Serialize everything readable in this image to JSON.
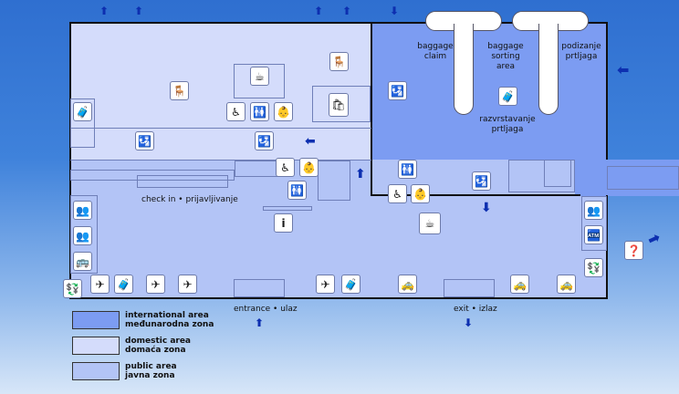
{
  "labels": {
    "baggage_claim": [
      "baggage",
      "claim"
    ],
    "baggage_sorting": [
      "baggage",
      "sorting",
      "area"
    ],
    "podizanje": [
      "podizanje",
      "prtljaga"
    ],
    "razvrstavanje": [
      "razvrstavanje",
      "prtljaga"
    ],
    "checkin": "check in • prijavljivanje",
    "entrance": "entrance • ulaz",
    "exit": "exit • izlaz"
  },
  "legend": [
    {
      "name": "international",
      "line1": "international area",
      "line2": "međunarodna zona",
      "color": "#7c9cf2"
    },
    {
      "name": "domestic",
      "line1": "domestic area",
      "line2": "domaća zona",
      "color": "#d4dcfb"
    },
    {
      "name": "public",
      "line1": "public area",
      "line2": "javna zona",
      "color": "#b3c4f6"
    }
  ],
  "icons": {
    "info_glyph": "i",
    "cafe_glyph": "☕",
    "wheelchair_glyph": "♿",
    "restroom_glyph": "🚻",
    "plane_glyph": "✈",
    "taxi_glyph": "🚕",
    "arrow_up": "⬆",
    "arrow_down": "⬇",
    "arrow_left": "⬅",
    "arrow_right": "➡"
  }
}
